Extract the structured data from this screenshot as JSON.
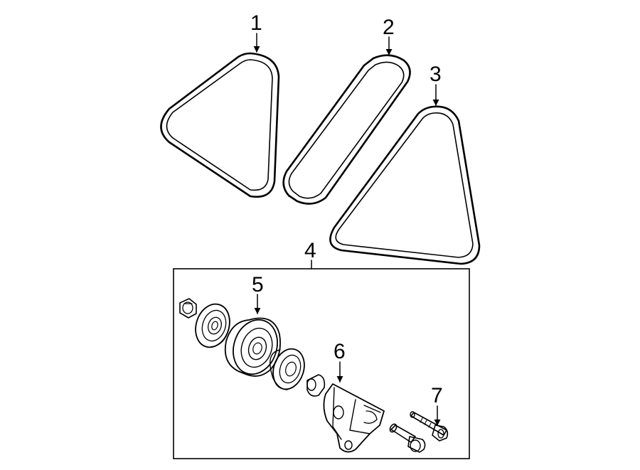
{
  "callouts": {
    "c1": "1",
    "c2": "2",
    "c3": "3",
    "c4": "4",
    "c5": "5",
    "c6": "6",
    "c7": "7"
  },
  "diagram": {
    "line_color": "#000000",
    "background": "#ffffff"
  }
}
